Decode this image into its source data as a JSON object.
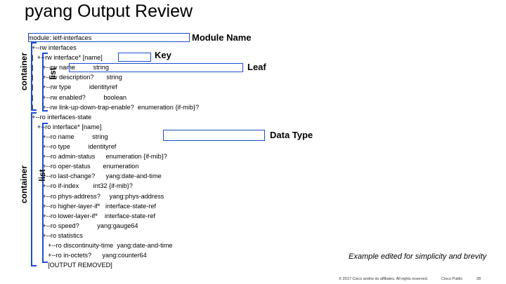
{
  "slide": {
    "title": "pyang Output Review",
    "tree_lines": [
      "module: ietf-interfaces",
      "  +--rw interfaces",
      "  |  +--rw interface* [name]",
      "  |     +--rw name          string",
      "  |     +--rw description?       string",
      "  |     +--rw type          identityref",
      "  |     +--rw enabled?          boolean",
      "  |     +--rw link-up-down-trap-enable?  enumeration {if-mib}?",
      "  +--ro interfaces-state",
      "     +--ro interface* [name]",
      "        +--ro name          string",
      "        +--ro type          identityref",
      "        +--ro admin-status      enumeration {if-mib}?",
      "        +--ro oper-status       enumeration",
      "        +--ro last-change?      yang:date-and-time",
      "        +--ro if-index        int32 {if-mib}?",
      "        +--ro phys-address?     yang:phys-address",
      "        +--ro higher-layer-if*   interface-state-ref",
      "        +--ro lower-layer-if*    interface-state-ref",
      "        +--ro speed?          yang:gauge64",
      "        +--ro statistics",
      "           +--ro discontinuity-time  yang:date-and-time",
      "           +--ro in-octets?      yang:counter64",
      "           [OUTPUT REMOVED]"
    ],
    "labels": {
      "container_top": "container",
      "list_top": "list",
      "container_bottom": "container",
      "list_bottom": "list",
      "module_name": "Module Name",
      "key": "Key",
      "leaf": "Leaf",
      "data_type": "Data Type"
    },
    "note": "Example edited for simplicity and brevity",
    "footer": {
      "copyright": "© 2017 Cisco and/or its affiliates. All rights reserved.",
      "classification": "Cisco Public",
      "page_number": "28"
    },
    "accent_color": "#1a4fd1"
  }
}
